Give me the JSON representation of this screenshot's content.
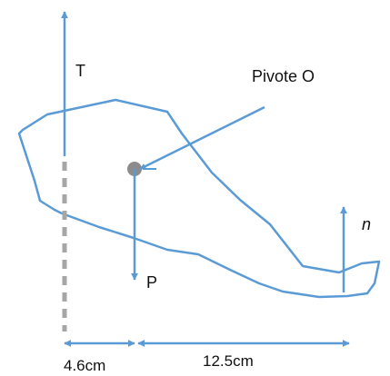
{
  "colors": {
    "line": "#5b9bd5",
    "dashed": "#a6a6a6",
    "pivot": "#8c8c8c",
    "text": "#111111"
  },
  "labels": {
    "tension": "T",
    "pivot": "Pivote O",
    "weight": "P",
    "normal": "n",
    "dist_left": "4.6cm",
    "dist_right": "12.5cm"
  }
}
